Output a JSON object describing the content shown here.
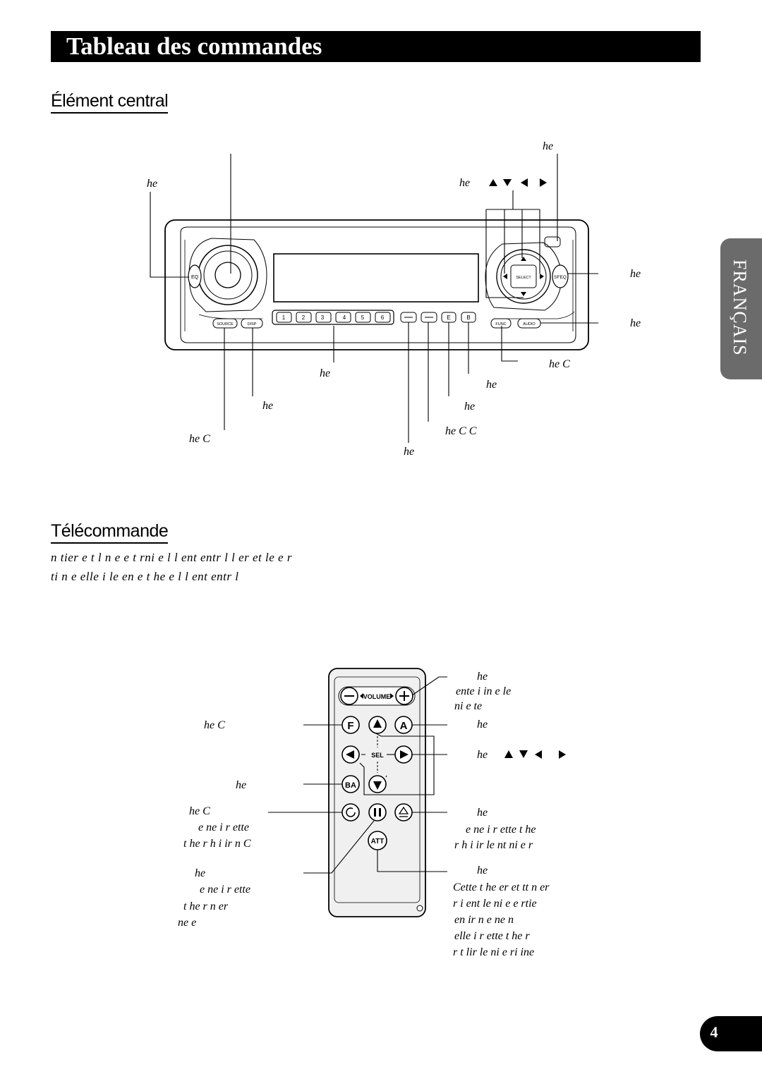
{
  "header": {
    "title": "Tableau des commandes"
  },
  "sections": {
    "head_unit": "Élément central",
    "remote": "Télécommande"
  },
  "side_tab": "FRANÇAIS",
  "page_number": "4",
  "remote_intro": [
    "n tier e t l n e e t rni e l l ent entr l l er et le e r",
    "ti n e elle i le en e t he e l l ent entr l"
  ],
  "head_unit_labels": [
    "he",
    "he",
    "he",
    "he",
    "he",
    "he C",
    "he",
    "he",
    "he",
    "he",
    "he C C",
    "he C",
    "he"
  ],
  "unit_buttons": {
    "eq": "EQ",
    "source": "SOURCE",
    "disp": "DISP",
    "presets": [
      "1",
      "2",
      "3",
      "4",
      "5",
      "6"
    ],
    "e": "E",
    "b": "B",
    "func": "FUNC",
    "audio": "AUDIO",
    "select": "SELECT",
    "sfeq": "SFEQ"
  },
  "remote_buttons": {
    "volume": "VOLUME",
    "f": "F",
    "a": "A",
    "sel": "SEL",
    "ba": "BA",
    "att": "ATT"
  },
  "remote_labels": {
    "volume_lines": [
      "he",
      "ente i in e le",
      "ni e te"
    ],
    "a_label": "he",
    "arrows_label": "he",
    "f_label": "he C",
    "ba_label": "he",
    "left_lower": [
      "he C",
      "e ne i r ette",
      "t he r h i ir n C"
    ],
    "left_bottom": [
      "he",
      "e ne i r ette",
      "t he r n er",
      "ne e"
    ],
    "right_mid": [
      "he",
      "e ne i r ette t he",
      "r h i ir le nt ni e r"
    ],
    "right_bottom": [
      "he",
      "Cette t he er et tt n er",
      "r i ent le ni e e rtie",
      "en ir n e ne n",
      "elle i r ette t he r",
      "r t lir le ni e ri ine"
    ]
  },
  "icons": {
    "up": "triangle-up-icon",
    "down": "triangle-down-icon",
    "left": "triangle-left-icon",
    "right": "triangle-right-icon"
  }
}
